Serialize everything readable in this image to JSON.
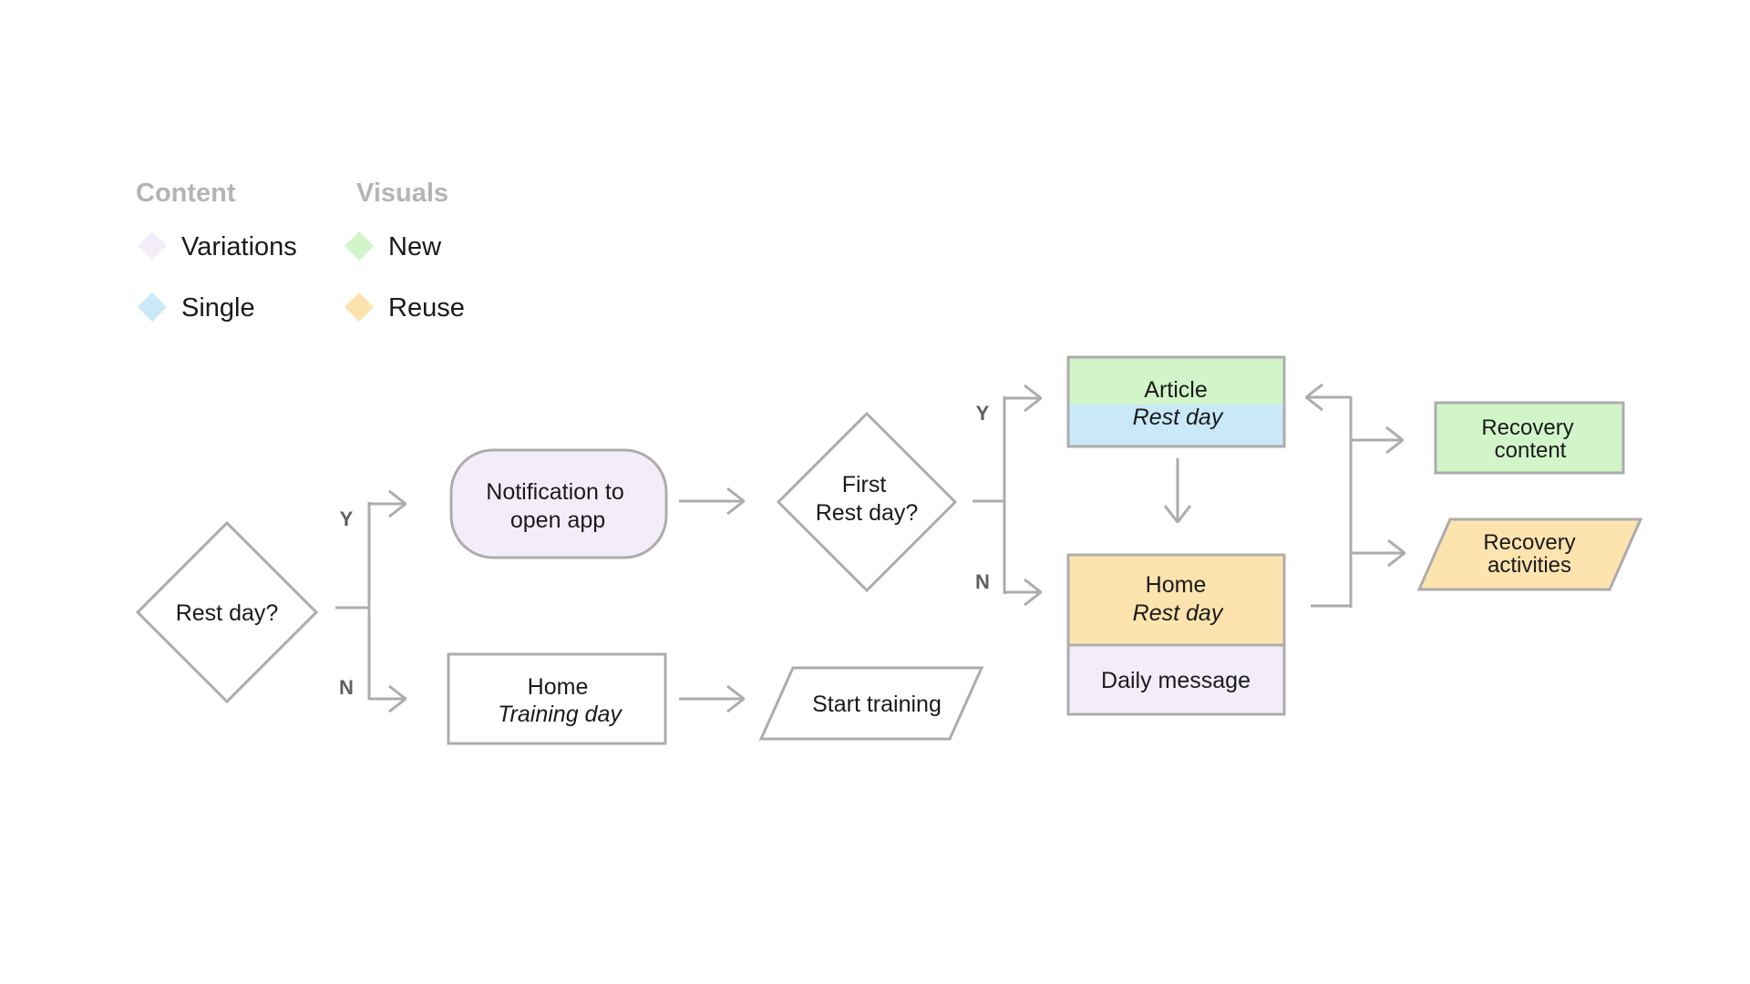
{
  "colors": {
    "line": "#adacad",
    "variations": "#f3edfa",
    "single": "#c9e9f8",
    "new": "#d1f5c9",
    "reuse": "#fde3ae",
    "legend_heading": "#b4b4b4",
    "branch_label": "#5f5f5f",
    "text": "#1a1a1a"
  },
  "legend": {
    "content_heading": "Content",
    "visuals_heading": "Visuals",
    "variations": "Variations",
    "single": "Single",
    "new": "New",
    "reuse": "Reuse"
  },
  "nodes": {
    "rest_day_decision": "Rest day?",
    "notification": {
      "line1": "Notification to",
      "line2": "open app"
    },
    "home_training": {
      "line1": "Home",
      "line2": "Training day"
    },
    "start_training": "Start training",
    "first_rest_decision": {
      "line1": "First",
      "line2": "Rest day?"
    },
    "article": {
      "line1": "Article",
      "line2": "Rest day"
    },
    "home_rest": {
      "line1": "Home",
      "line2": "Rest day"
    },
    "daily_message": "Daily message",
    "recovery_content": {
      "line1": "Recovery",
      "line2": "content"
    },
    "recovery_activities": {
      "line1": "Recovery",
      "line2": "activities"
    }
  },
  "branch_labels": {
    "rest_yes": "Y",
    "rest_no": "N",
    "first_yes": "Y",
    "first_no": "N"
  }
}
